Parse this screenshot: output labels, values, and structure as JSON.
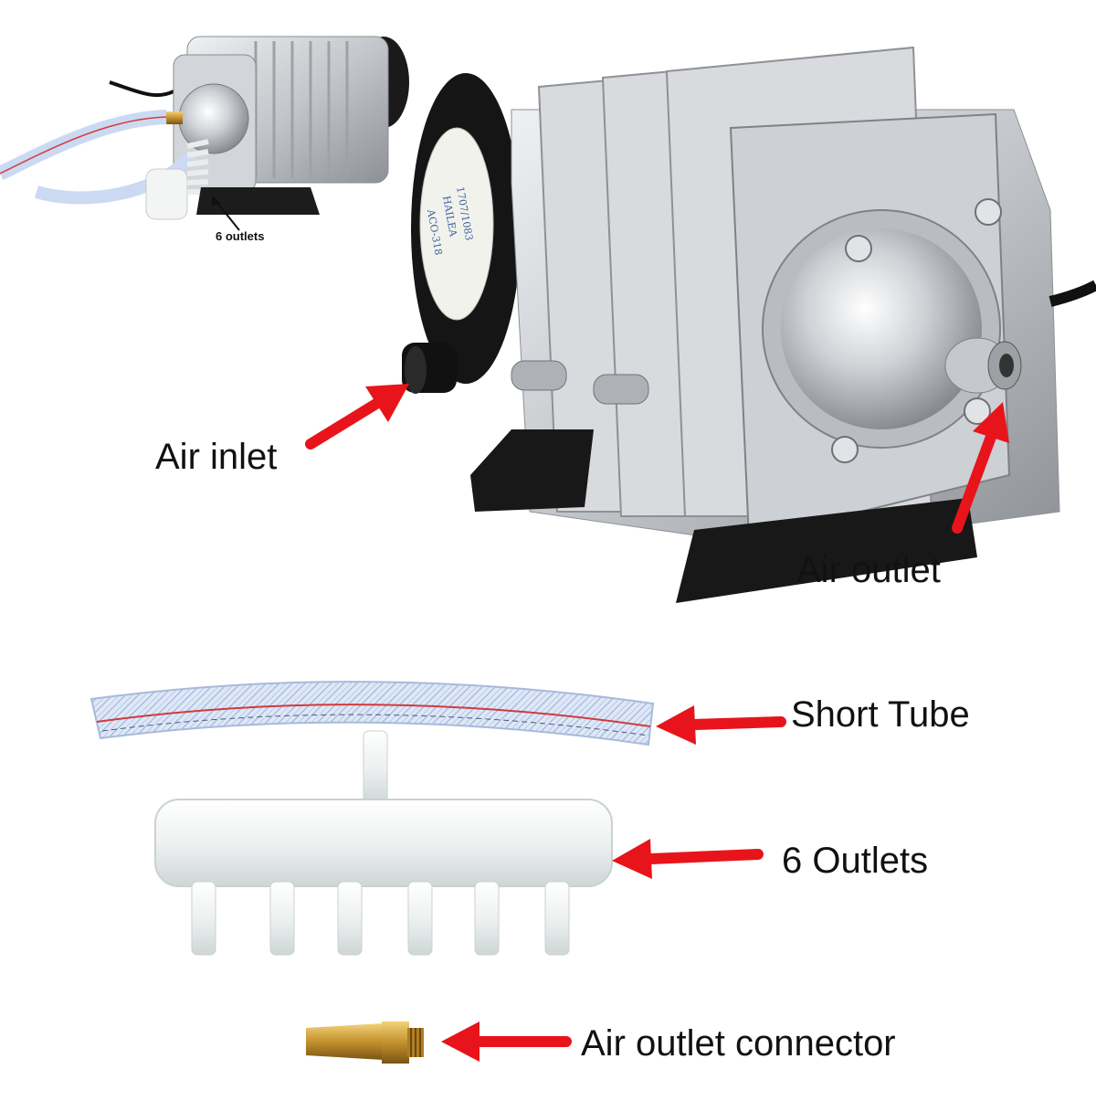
{
  "labels": {
    "six_outlets_small": "6 outlets",
    "air_inlet": "Air inlet",
    "air_outlet": "Air outlet",
    "short_tube": "Short Tube",
    "six_outlets": "6 Outlets",
    "air_outlet_connector": "Air outlet connector"
  },
  "pump_sticker_text": [
    "ACO-318",
    "HAILEA",
    "1707/1083"
  ],
  "colors": {
    "arrow": "#e8141b",
    "aluminium": "#c9cbce",
    "rubber": "#1a1a1a",
    "manifold": "#eef0f0",
    "brass": "#c79a3a",
    "tube": "#d7e3f5"
  }
}
